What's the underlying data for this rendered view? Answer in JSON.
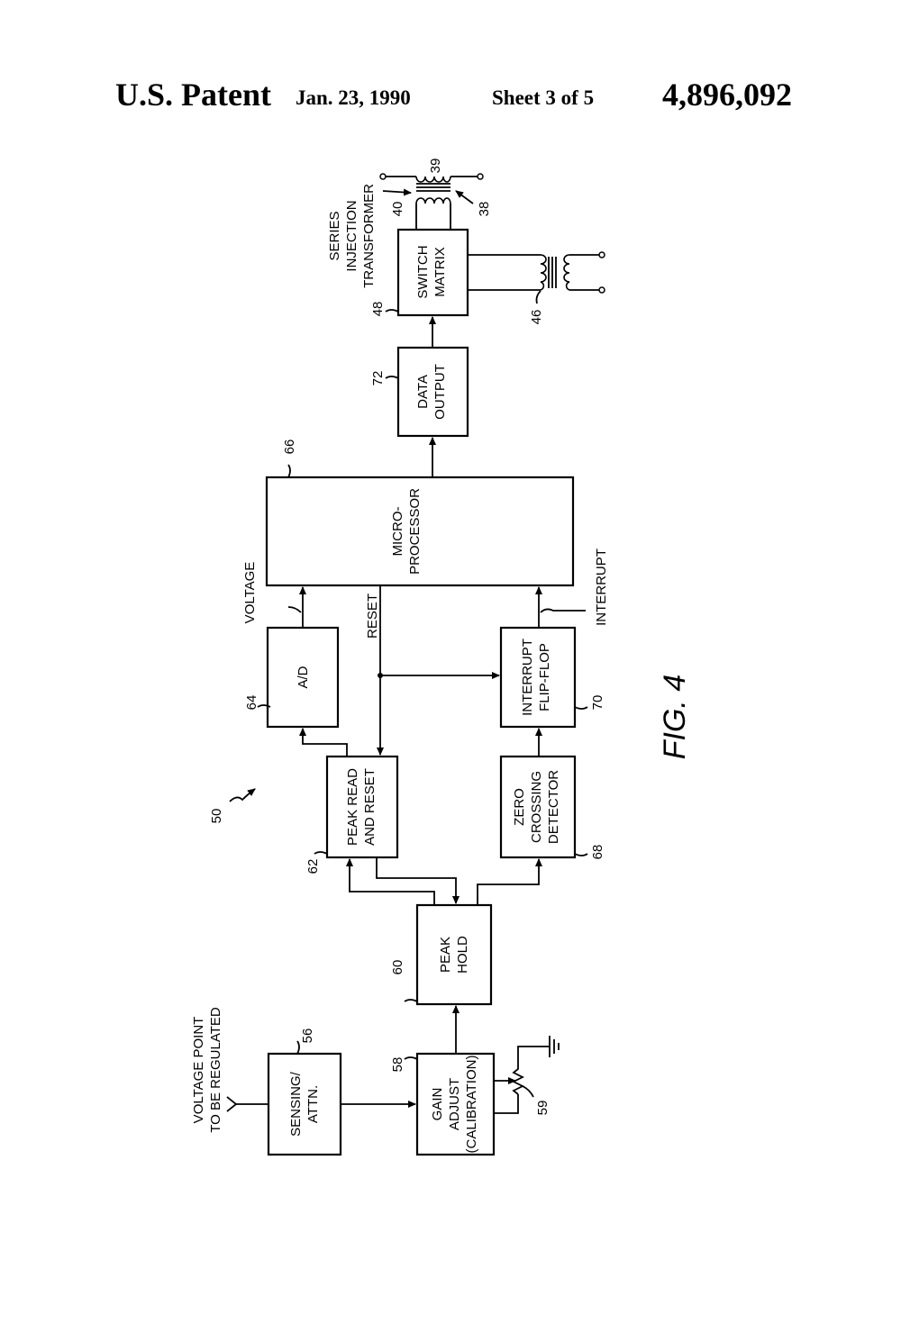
{
  "header": {
    "patent": "U.S. Patent",
    "date": "Jan. 23, 1990",
    "sheet": "Sheet 3 of 5",
    "number": "4,896,092"
  },
  "diagram": {
    "figure_label": "FIG. 4",
    "system_ref": "50",
    "blocks": {
      "sensing": {
        "line1": "SENSING/",
        "line2": "ATTN.",
        "ref": "56"
      },
      "gain": {
        "line1": "GAIN",
        "line2": "ADJUST",
        "line3": "(CALIBRATION)",
        "ref": "58"
      },
      "peak_hold": {
        "line1": "PEAK",
        "line2": "HOLD",
        "ref": "60"
      },
      "peak_read": {
        "line1": "PEAK READ",
        "line2": "AND RESET",
        "ref": "62"
      },
      "ad": {
        "line1": "A/D",
        "ref": "64"
      },
      "micro": {
        "line1": "MICRO-",
        "line2": "PROCESSOR",
        "ref": "66"
      },
      "zero": {
        "line1": "ZERO",
        "line2": "CROSSING",
        "line3": "DETECTOR",
        "ref": "68"
      },
      "flipflop": {
        "line1": "INTERRUPT",
        "line2": "FLIP-FLOP",
        "ref": "70"
      },
      "data_out": {
        "line1": "DATA",
        "line2": "OUTPUT",
        "ref": "72"
      },
      "switch": {
        "line1": "SWITCH",
        "line2": "MATRIX",
        "ref": "48"
      }
    },
    "signals": {
      "voltage": "VOLTAGE",
      "reset": "RESET",
      "interrupt": "INTERRUPT"
    },
    "input": {
      "line1": "VOLTAGE POINT",
      "line2": "TO BE REGULATED"
    },
    "transformer": {
      "line1": "SERIES",
      "line2": "INJECTION",
      "line3": "TRANSFORMER",
      "ref_a": "40",
      "ref_b": "39",
      "ref_c": "38"
    },
    "secondary_ref": "46",
    "resistor_ref": "59"
  }
}
